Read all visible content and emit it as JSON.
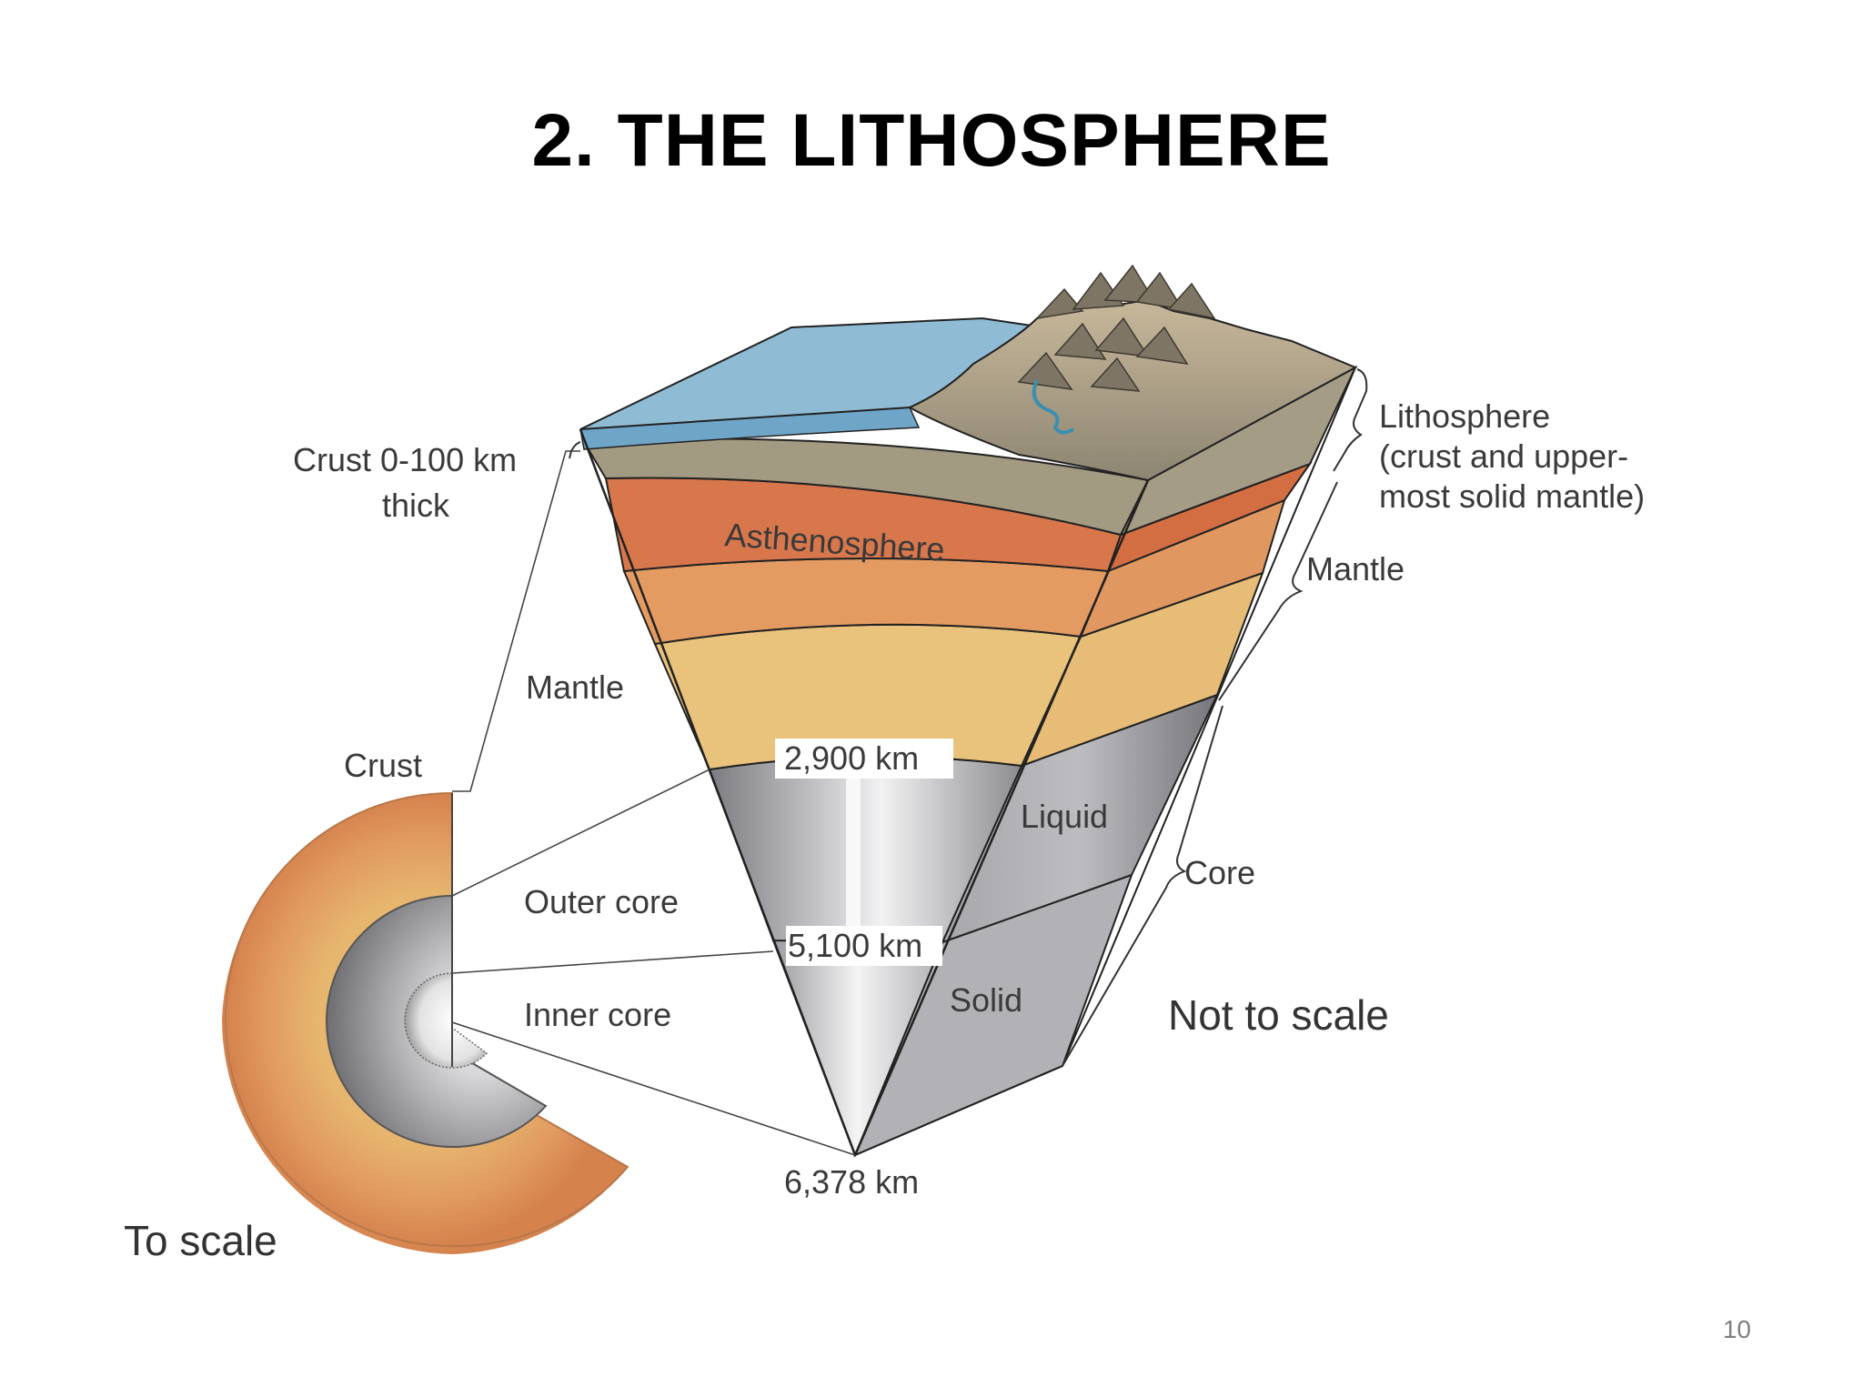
{
  "slide": {
    "title": "2. THE LITHOSPHERE",
    "page_number": "10"
  },
  "diagram": {
    "labels": {
      "crust_thickness_line1": "Crust 0-100 km",
      "crust_thickness_line2": "thick",
      "asthenosphere": "Asthenosphere",
      "mantle_left": "Mantle",
      "crust_left": "Crust",
      "outer_core": "Outer core",
      "inner_core": "Inner core",
      "to_scale": "To scale",
      "depth_2900": "2,900 km",
      "depth_5100": "5,100 km",
      "depth_6378": "6,378 km",
      "liquid": "Liquid",
      "solid": "Solid",
      "lithosphere_line1": "Lithosphere",
      "lithosphere_line2": "(crust and upper-",
      "lithosphere_line3": "most solid mantle)",
      "mantle_right": "Mantle",
      "core_right": "Core",
      "not_to_scale": "Not to scale"
    },
    "colors": {
      "ocean": "#8fbcd4",
      "crust": "#a39a82",
      "asthenosphere": "#d9764a",
      "mantle_upper": "#e29a62",
      "mantle_lower": "#e8bf78",
      "outer_core": "#a9a9ad",
      "inner_core": "#cfcfd3",
      "land": "#b8a588"
    }
  }
}
